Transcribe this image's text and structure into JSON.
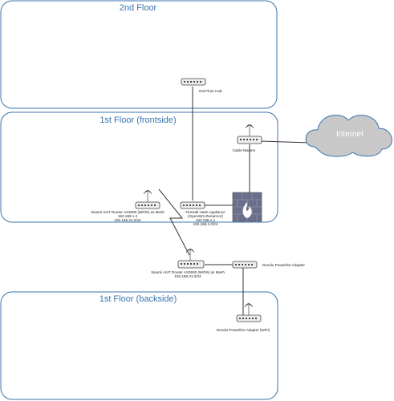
{
  "zones": {
    "floor2": {
      "title": "2nd Floor"
    },
    "floor1_front": {
      "title": "1st Floor (frontside)"
    },
    "floor1_back": {
      "title": "1st Floor (backside)"
    }
  },
  "cloud": {
    "label": "Internet",
    "color": "#c8c8c8"
  },
  "devices": {
    "hub2": {
      "label": "2nd Floor Hub"
    },
    "cable_modem": {
      "label": "Cable Modem"
    },
    "firewalla": {
      "lines": [
        "Firewall Hado Appliance",
        "(OpenWrt+Zenarmor)",
        "192.168.1.1",
        "192.168.1.0/24"
      ]
    },
    "router_front": {
      "lines": [
        "Xiaomi AIoT Router AX3600 (WiFi6) as Mesh",
        "192.168.1.2",
        "192.168.31.0/24"
      ]
    },
    "router_mid": {
      "lines": [
        "Xiaomi AIoT Router AX3600 (WiFi6) as Mesh",
        "192.168.31.0/24"
      ]
    },
    "powerline_mid": {
      "label": "Devolo Powerline Adapter"
    },
    "powerline_back": {
      "label": "Devolo Powerline Adapter (WiFi)"
    }
  },
  "colors": {
    "zone_border": "#3a73ad",
    "firewall": "#6b6f8c",
    "flame": "#ffffff"
  }
}
